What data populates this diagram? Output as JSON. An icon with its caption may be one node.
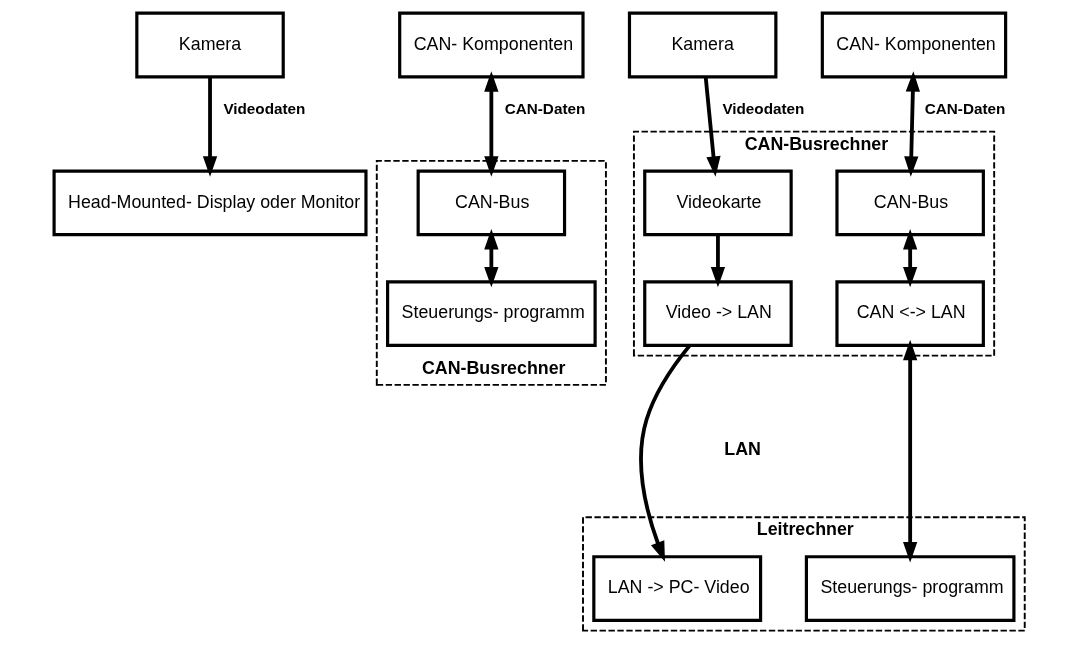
{
  "diagram": {
    "nodes": [
      {
        "text": [
          "Kamera"
        ]
      },
      {
        "text": [
          "Head-Mounted- Display oder Monitor"
        ]
      },
      {
        "text": [
          "CAN- Komponenten"
        ]
      },
      {
        "text": [
          "CAN-Busrechner"
        ]
      },
      {
        "text": [
          "CAN-Bus"
        ],
        "in": 3
      },
      {
        "text": [
          "Steuerungs- programm"
        ],
        "in": 3
      },
      {
        "text": [
          "Kamera"
        ]
      },
      {
        "text": [
          "CAN- Komponenten"
        ]
      },
      {
        "text": [
          "CAN-Busrechner"
        ]
      },
      {
        "text": [
          "Videokarte"
        ],
        "in": 8
      },
      {
        "text": [
          "CAN-Bus"
        ],
        "in": 8
      },
      {
        "text": [
          "Video -> LAN"
        ],
        "in": 8
      },
      {
        "text": [
          "CAN <-> LAN"
        ],
        "in": 8
      },
      {
        "text": [
          "Leitrechner"
        ]
      },
      {
        "text": [
          "LAN -> PC- Video"
        ],
        "in": 13
      },
      {
        "text": [
          "Steuerungs- programm"
        ],
        "in": 13
      }
    ],
    "edges": [
      {
        "from": 0,
        "to": 1,
        "arrow": "to",
        "label": "Videodaten"
      },
      {
        "from": 2,
        "to": 4,
        "arrow": "both",
        "label": "CAN-Daten"
      },
      {
        "from": 4,
        "to": 5,
        "arrow": "both"
      },
      {
        "from": 6,
        "to": 9,
        "arrow": "to",
        "label": "Videodaten"
      },
      {
        "from": 7,
        "to": 10,
        "arrow": "both",
        "label": "CAN-Daten"
      },
      {
        "from": 9,
        "to": 11,
        "arrow": "to"
      },
      {
        "from": 10,
        "to": 12,
        "arrow": "both"
      },
      {
        "from": 11,
        "to": 14,
        "arrow": "to"
      },
      {
        "from": 12,
        "to": 15,
        "arrow": "both"
      }
    ],
    "labels": [
      "LAN"
    ]
  }
}
